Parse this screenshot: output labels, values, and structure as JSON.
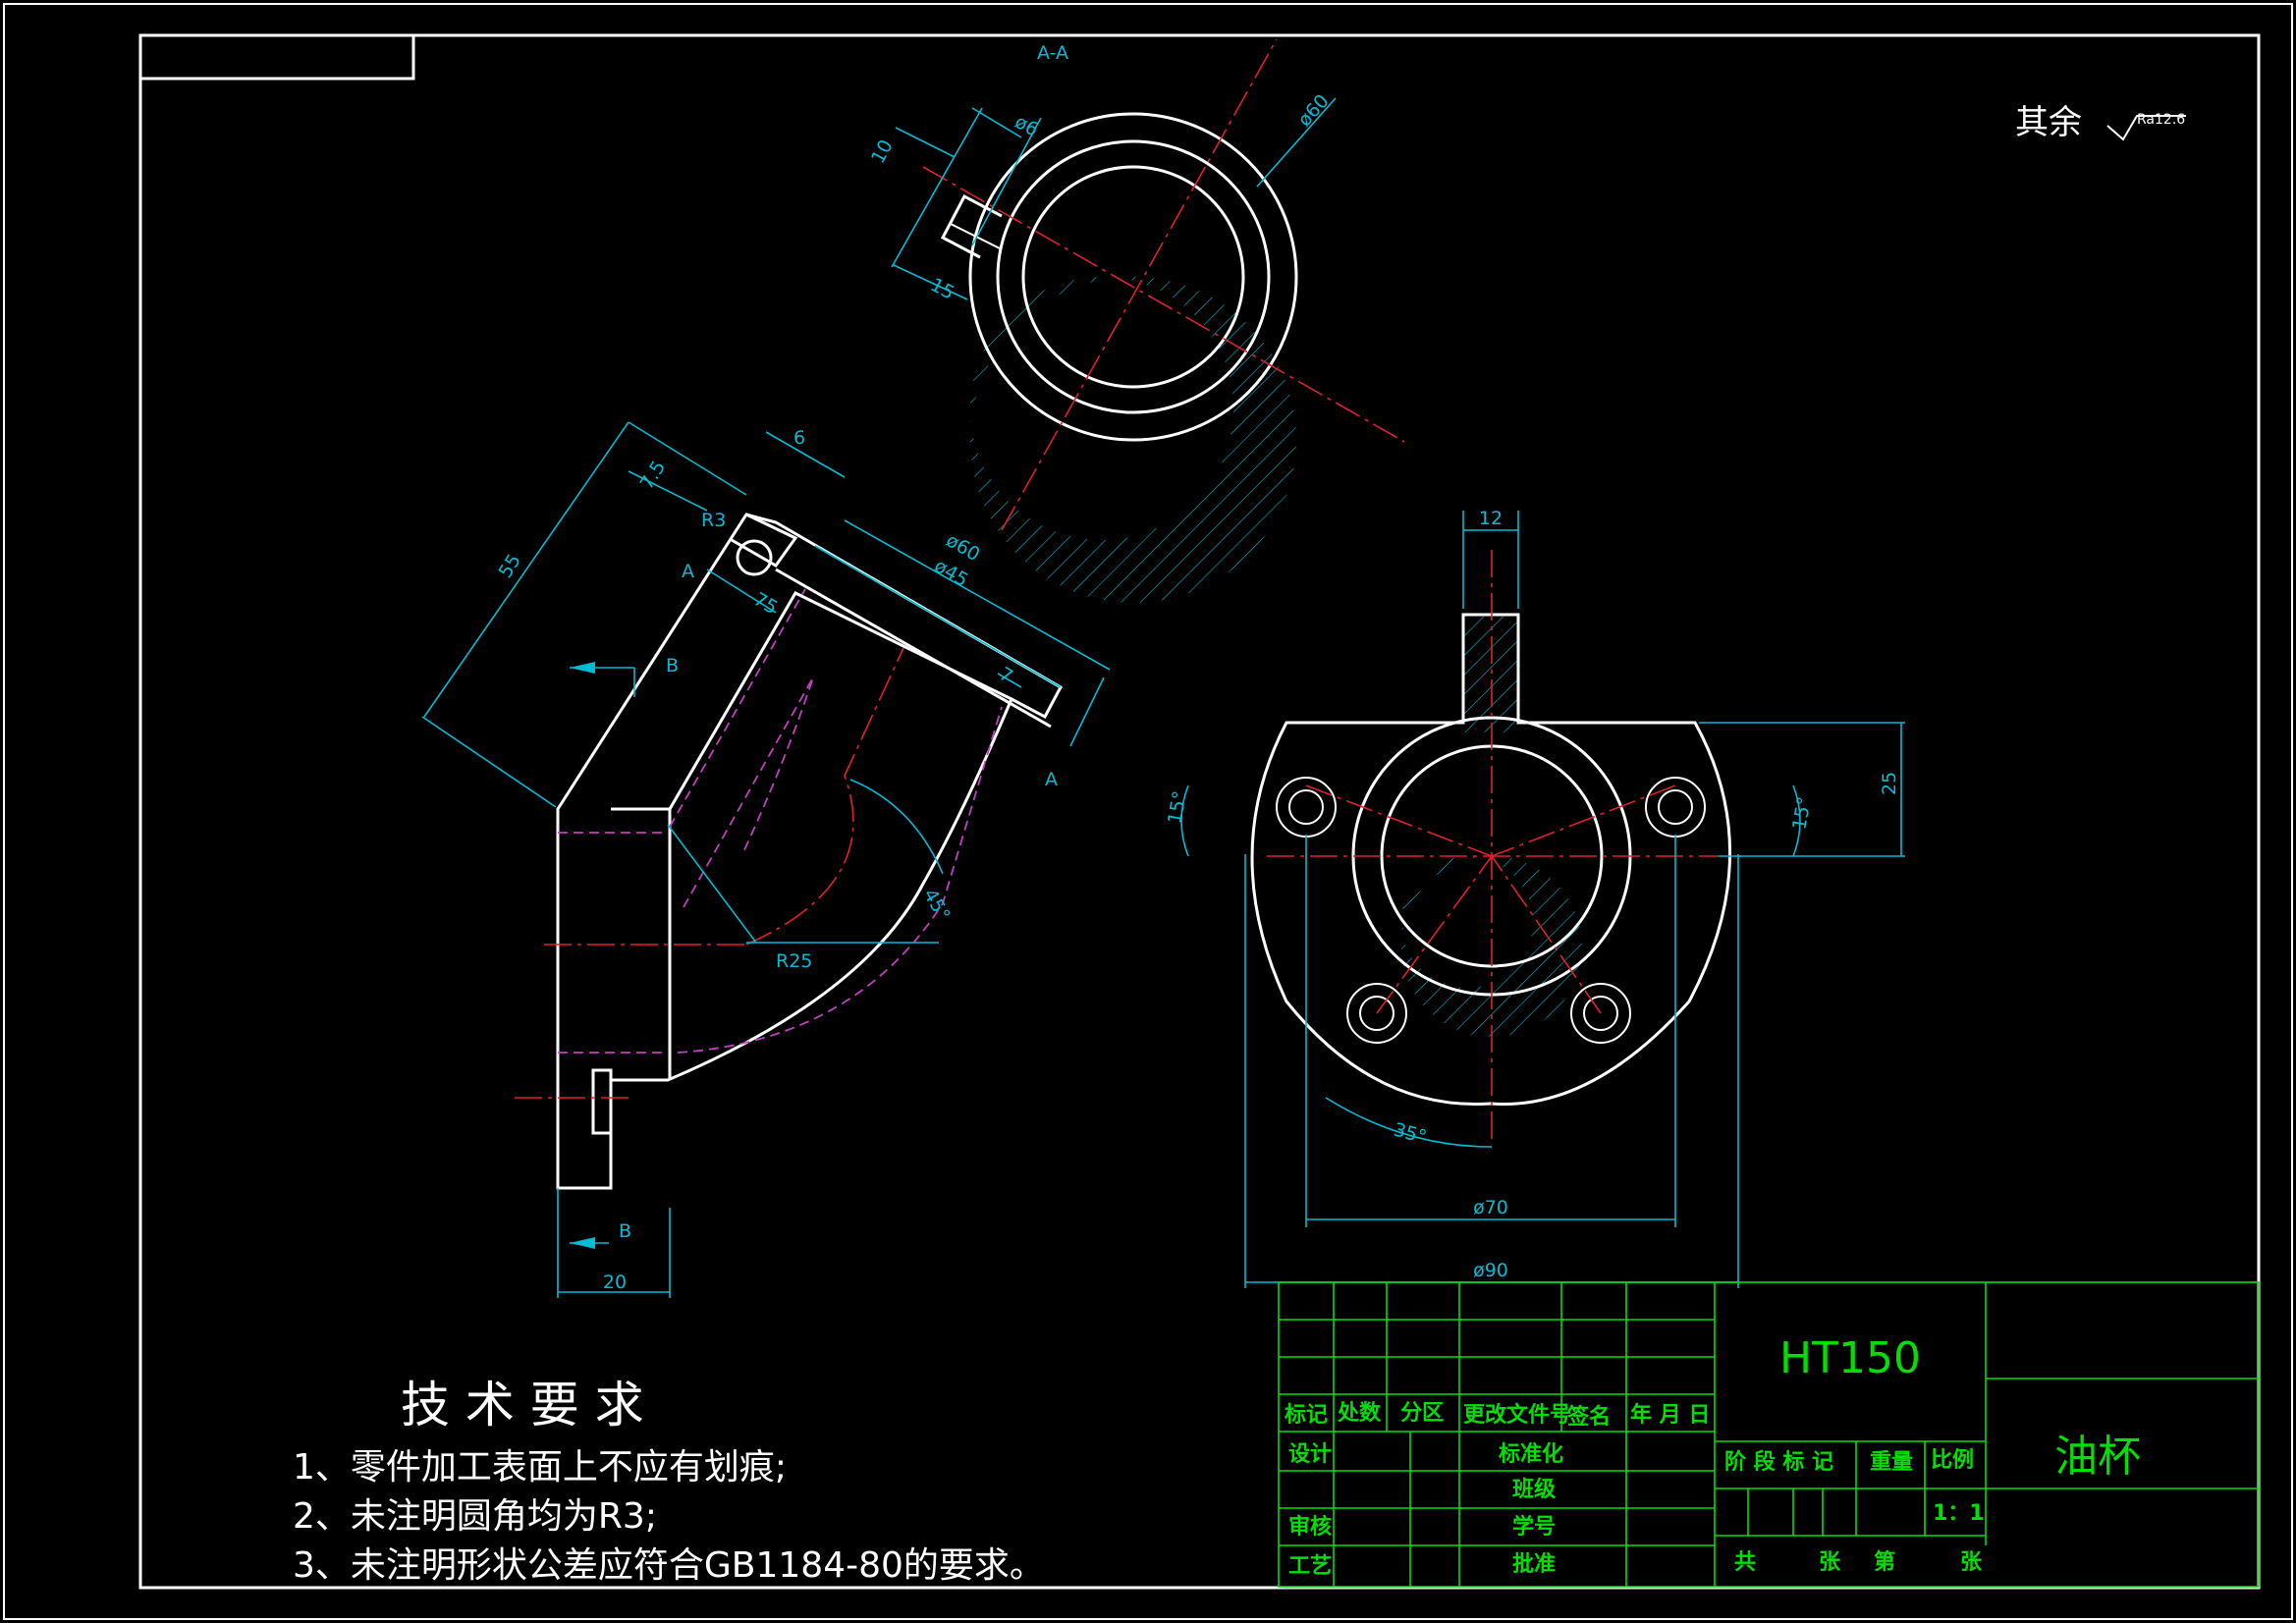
{
  "drawing": {
    "section_label": "A-A",
    "roughness_prefix": "其余",
    "roughness_value": "Ra12.6",
    "material": "HT150",
    "part_name": "油杯"
  },
  "dimensions": {
    "top_d6": "ø6",
    "top_10": "10",
    "top_15": "15",
    "top_d60": "ø60",
    "side_55": "55",
    "side_7_5": "7.5",
    "side_6": "6",
    "side_r3": "R3",
    "side_d60": "ø60",
    "side_d45": "ø45",
    "side_75": "75",
    "side_7": "7",
    "side_r25": "R25",
    "side_45deg": "45°",
    "side_20": "20",
    "front_12": "12",
    "front_25": "25",
    "front_15a": "15°",
    "front_15b": "15°",
    "front_35": "35°",
    "front_d70": "ø70",
    "front_d90": "ø90"
  },
  "section_marks": {
    "a_left": "A",
    "a_right": "A",
    "b_top": "B",
    "b_bottom": "B"
  },
  "tech_requirements": {
    "title": "技 术 要 求",
    "items": [
      "1、零件加工表面上不应有划痕;",
      "2、未注明圆角均为R3;",
      "3、未注明形状公差应符合GB1184-80的要求。"
    ]
  },
  "title_block": {
    "row_header": [
      "标记",
      "处数",
      "分区",
      "更改文件号",
      "签名",
      "年 月 日"
    ],
    "design": "设计",
    "standardize": "标准化",
    "class": "班级",
    "review": "审核",
    "student_no": "学号",
    "craft": "工艺",
    "approve": "批准",
    "stage_mark": "阶 段 标 记",
    "weight": "重量",
    "scale_label": "比例",
    "scale_value": "1：1",
    "sheets_total": "共",
    "sheets_unit1": "张",
    "sheet_no": "第",
    "sheets_unit2": "张"
  },
  "colors": {
    "outline": "#ffffff",
    "dimension": "#00bcd4",
    "centerline": "#e0202a",
    "hidden": "#c040c0",
    "title_block": "#00e000"
  }
}
